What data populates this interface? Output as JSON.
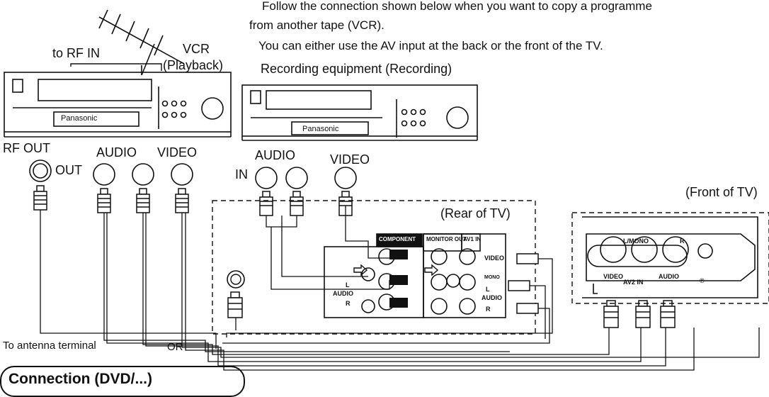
{
  "instructions": {
    "line1": "Follow the connection shown below when you want to copy a programme",
    "line2": "from another tape (VCR).",
    "line3": "You can either use the AV input at the back or the front of the TV."
  },
  "labels": {
    "to_rf_in": "to RF IN",
    "vcr": "VCR",
    "playback": "(Playback)",
    "recording_equipment": "Recording equipment (Recording)",
    "rf_out": "RF OUT",
    "out": "OUT",
    "audio_left": "AUDIO",
    "video_left": "VIDEO",
    "in": "IN",
    "audio_mid": "AUDIO",
    "video_mid": "VIDEO",
    "rear_of_tv": "(Rear of TV)",
    "front_of_tv": "(Front of TV)",
    "to_antenna_terminal": "To antenna terminal",
    "or": "OR",
    "brand1": "Panasonic",
    "brand2": "Panasonic",
    "section_heading": "Connection (DVD/...)"
  },
  "panel_rear": {
    "component": "COMPONENT",
    "monitor_out": "MONITOR OUT",
    "av1_in": "AV1 IN",
    "video": "VIDEO",
    "mono": "MONO",
    "audio_l": "L",
    "audio_r": "R",
    "audio": "AUDIO",
    "audio2": "AUDIO",
    "l2": "L",
    "r2": "R"
  },
  "panel_front": {
    "l_mono": "L/MONO",
    "r": "R",
    "video": "VIDEO",
    "av2_in": "AV2  IN",
    "audio": "AUDIO",
    "phones": "℗"
  }
}
